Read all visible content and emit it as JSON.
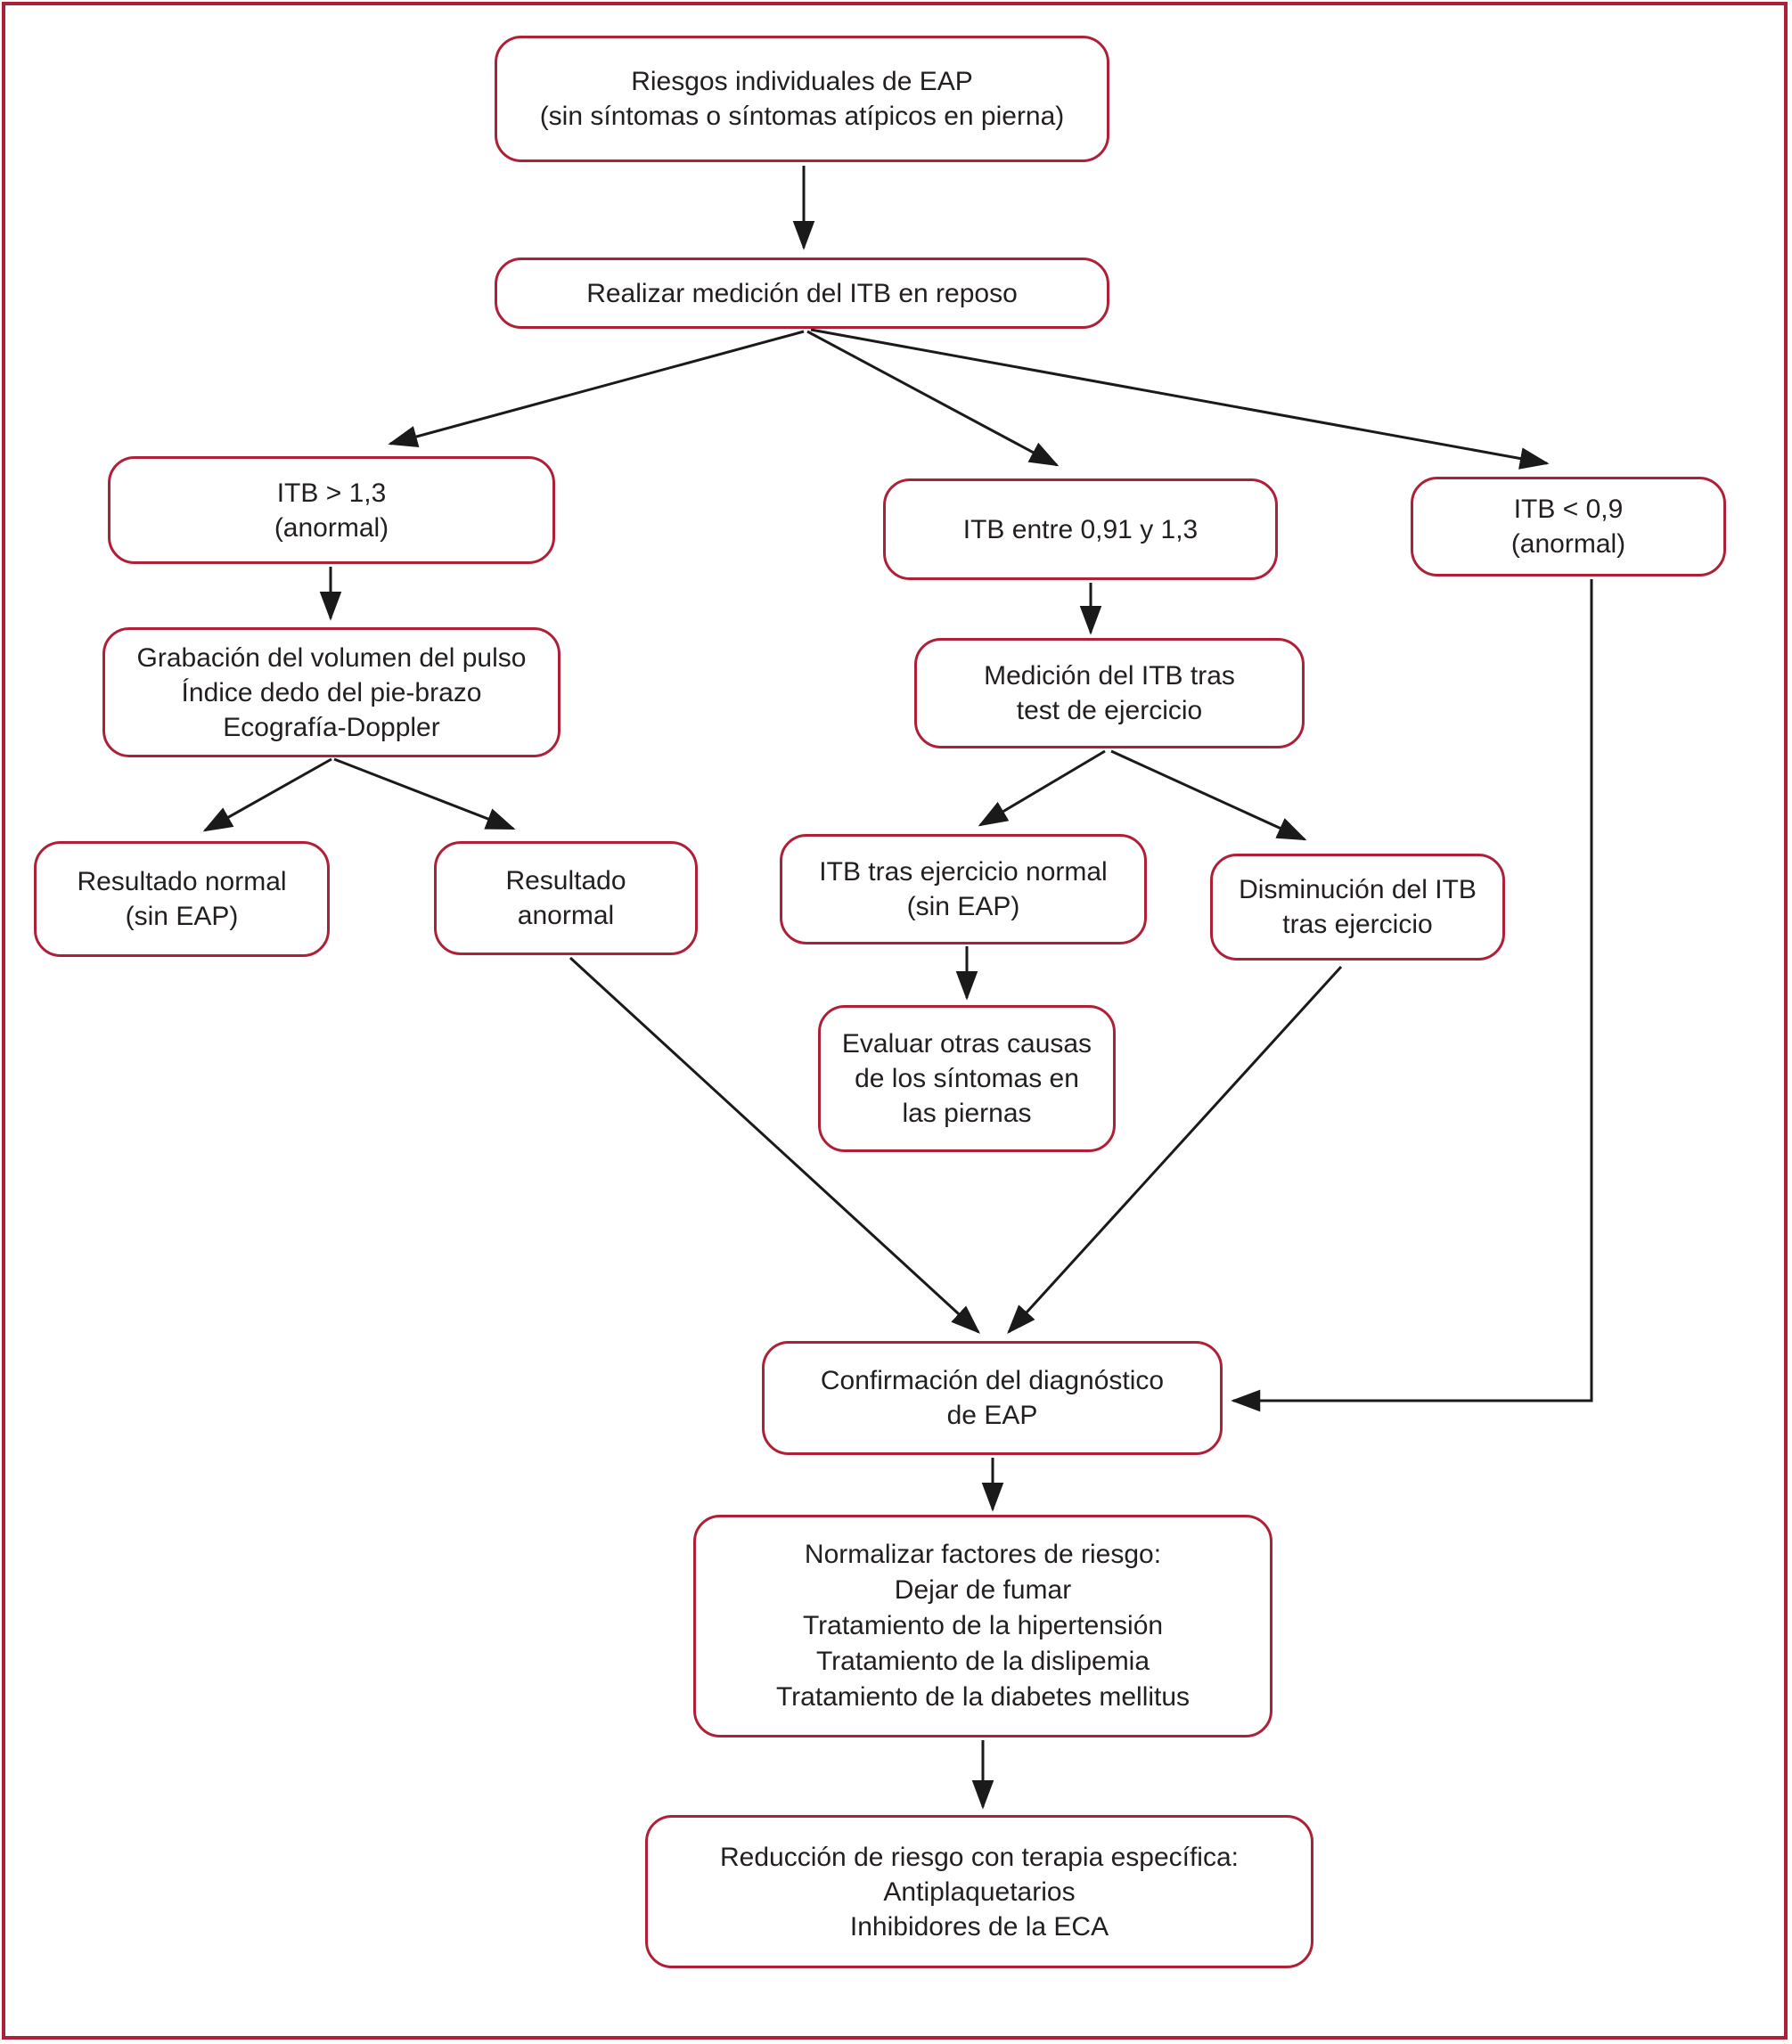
{
  "diagram": {
    "colors": {
      "box_border": "#ae2038",
      "frame_border": "#ae2038",
      "text": "#231f20",
      "arrow": "#1a1a1a",
      "background": "#ffffff"
    },
    "nodes": {
      "riesgos": {
        "lines": [
          "Riesgos individuales de EAP",
          "(sin síntomas o síntomas atípicos en pierna)"
        ]
      },
      "realizar": {
        "lines": [
          "Realizar medición del ITB en reposo"
        ]
      },
      "itb_alto": {
        "lines": [
          "ITB > 1,3",
          "(anormal)"
        ]
      },
      "itb_medio": {
        "lines": [
          "ITB entre 0,91 y 1,3"
        ]
      },
      "itb_bajo": {
        "lines": [
          "ITB < 0,9",
          "(anormal)"
        ]
      },
      "grabacion": {
        "lines": [
          "Grabación del volumen del pulso",
          "Índice dedo del pie-brazo",
          "Ecografía-Doppler"
        ]
      },
      "medicion": {
        "lines": [
          "Medición del ITB tras",
          "test de ejercicio"
        ]
      },
      "resultado_normal": {
        "lines": [
          "Resultado normal",
          "(sin EAP)"
        ]
      },
      "resultado_anormal": {
        "lines": [
          "Resultado",
          "anormal"
        ]
      },
      "itb_ejercicio_normal": {
        "lines": [
          "ITB tras ejercicio normal",
          "(sin EAP)"
        ]
      },
      "disminucion": {
        "lines": [
          "Disminución del ITB",
          "tras ejercicio"
        ]
      },
      "evaluar": {
        "lines": [
          "Evaluar otras causas",
          "de los síntomas en",
          "las piernas"
        ]
      },
      "confirmacion": {
        "lines": [
          "Confirmación del diagnóstico",
          "de EAP"
        ]
      },
      "normalizar": {
        "lines": [
          "Normalizar factores de riesgo:",
          "Dejar de fumar",
          "Tratamiento de la hipertensión",
          "Tratamiento de la dislipemia",
          "Tratamiento de la diabetes mellitus"
        ]
      },
      "reduccion": {
        "lines": [
          "Reducción de riesgo con terapia específica:",
          "Antiplaquetarios",
          "Inhibidores de la ECA"
        ]
      }
    },
    "edges": [
      {
        "from": "riesgos",
        "to": "realizar"
      },
      {
        "from": "realizar",
        "to": "itb_alto"
      },
      {
        "from": "realizar",
        "to": "itb_medio"
      },
      {
        "from": "realizar",
        "to": "itb_bajo"
      },
      {
        "from": "itb_alto",
        "to": "grabacion"
      },
      {
        "from": "itb_medio",
        "to": "medicion"
      },
      {
        "from": "grabacion",
        "to": "resultado_normal"
      },
      {
        "from": "grabacion",
        "to": "resultado_anormal"
      },
      {
        "from": "medicion",
        "to": "itb_ejercicio_normal"
      },
      {
        "from": "medicion",
        "to": "disminucion"
      },
      {
        "from": "itb_ejercicio_normal",
        "to": "evaluar"
      },
      {
        "from": "resultado_anormal",
        "to": "confirmacion"
      },
      {
        "from": "disminucion",
        "to": "confirmacion"
      },
      {
        "from": "itb_bajo",
        "to": "confirmacion"
      },
      {
        "from": "confirmacion",
        "to": "normalizar"
      },
      {
        "from": "normalizar",
        "to": "reduccion"
      }
    ]
  }
}
